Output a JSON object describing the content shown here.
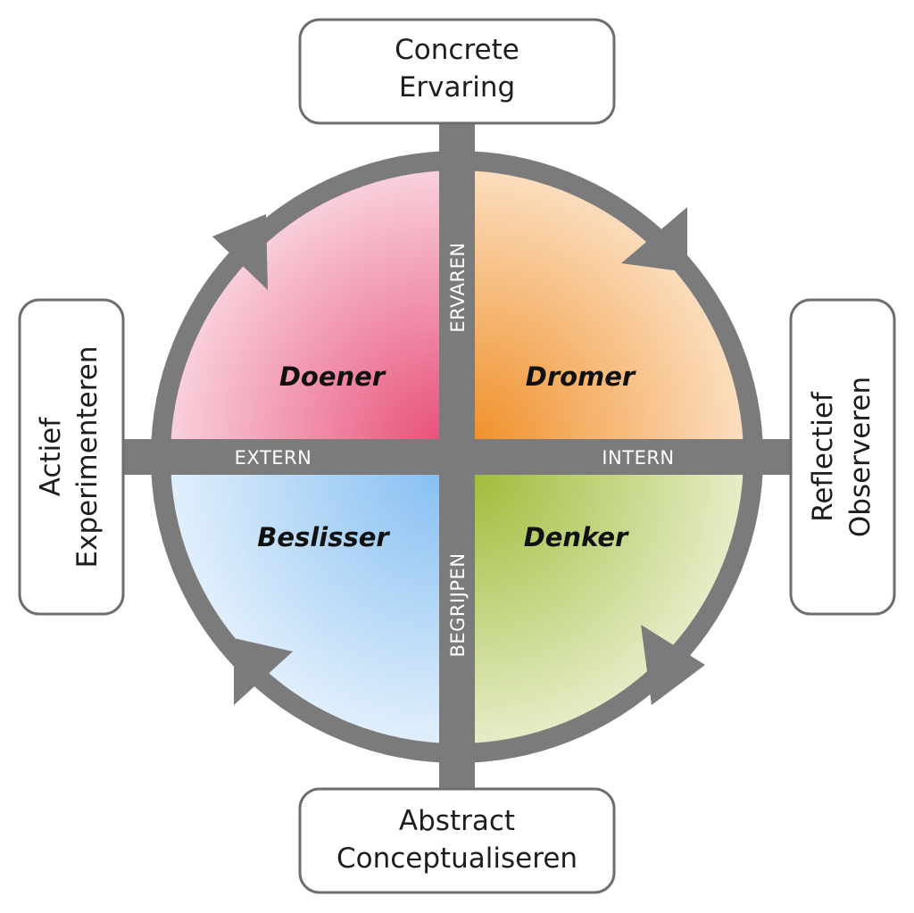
{
  "diagram": {
    "boxes": {
      "top": {
        "line1": "Concrete",
        "line2": "Ervaring"
      },
      "bottom": {
        "line1": "Abstract",
        "line2": "Conceptualiseren"
      },
      "left": {
        "line1": "Actief",
        "line2": "Experimenteren"
      },
      "right": {
        "line1": "Reflectief",
        "line2": "Observeren"
      }
    },
    "quadrants": {
      "top_left": "Doener",
      "top_right": "Dromer",
      "bottom_left": "Beslisser",
      "bottom_right": "Denker"
    },
    "axis_labels": {
      "top": "ERVAREN",
      "bottom": "BEGRIJPEN",
      "left": "EXTERN",
      "right": "INTERN"
    },
    "colors": {
      "ring": "#7b7b7b",
      "box_border": "#6e6e6e",
      "doener": "#e8567c",
      "dromer": "#f09630",
      "beslisser": "#8cc2f2",
      "denker": "#a2be40"
    }
  }
}
